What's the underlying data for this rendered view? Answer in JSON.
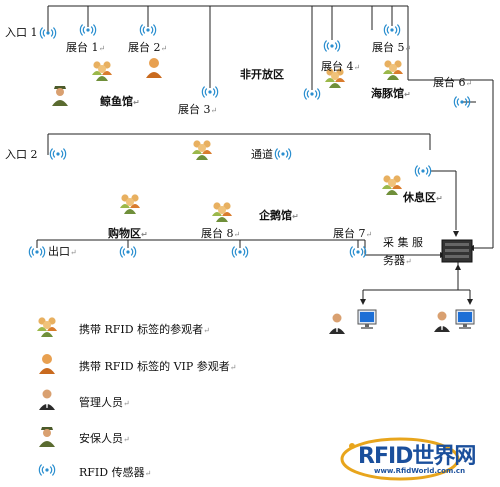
{
  "labels": {
    "entrance1": "入口 1",
    "entrance2": "入口 2",
    "exit": "出口",
    "booth1": "展台 1",
    "booth2": "展台 2",
    "booth3": "展台 3",
    "booth4": "展台 4",
    "booth5": "展台 5",
    "booth6": "展台 6",
    "booth7": "展台 7",
    "booth8": "展台 8",
    "whale_hall": "鲸鱼馆",
    "restricted_area": "非开放区",
    "dolphin_hall": "海豚馆",
    "passage": "通道",
    "rest_area": "休息区",
    "shopping_area": "购物区",
    "penguin_hall": "企鹅馆",
    "server_line1": "采 集 服",
    "server_line2": "务器"
  },
  "paragraph_mark": "↵",
  "legend": [
    {
      "icon": "visitor-group-icon",
      "text": "携带 RFID 标签的参观者"
    },
    {
      "icon": "vip-visitor-icon",
      "text": "携带 RFID 标签的 VIP 参观者"
    },
    {
      "icon": "manager-icon",
      "text": "管理人员"
    },
    {
      "icon": "security-guard-icon",
      "text": "安保人员"
    },
    {
      "icon": "rfid-sensor-icon",
      "text": "RFID 传感器"
    }
  ],
  "logo": {
    "brand": "RFID世界网",
    "url": "www.RfidWorld.com.cn"
  },
  "colors": {
    "sensor": "#2a8ecf",
    "line": "#222222",
    "logo_gold": "#e8a51c",
    "logo_blue": "#1a4f9c"
  }
}
